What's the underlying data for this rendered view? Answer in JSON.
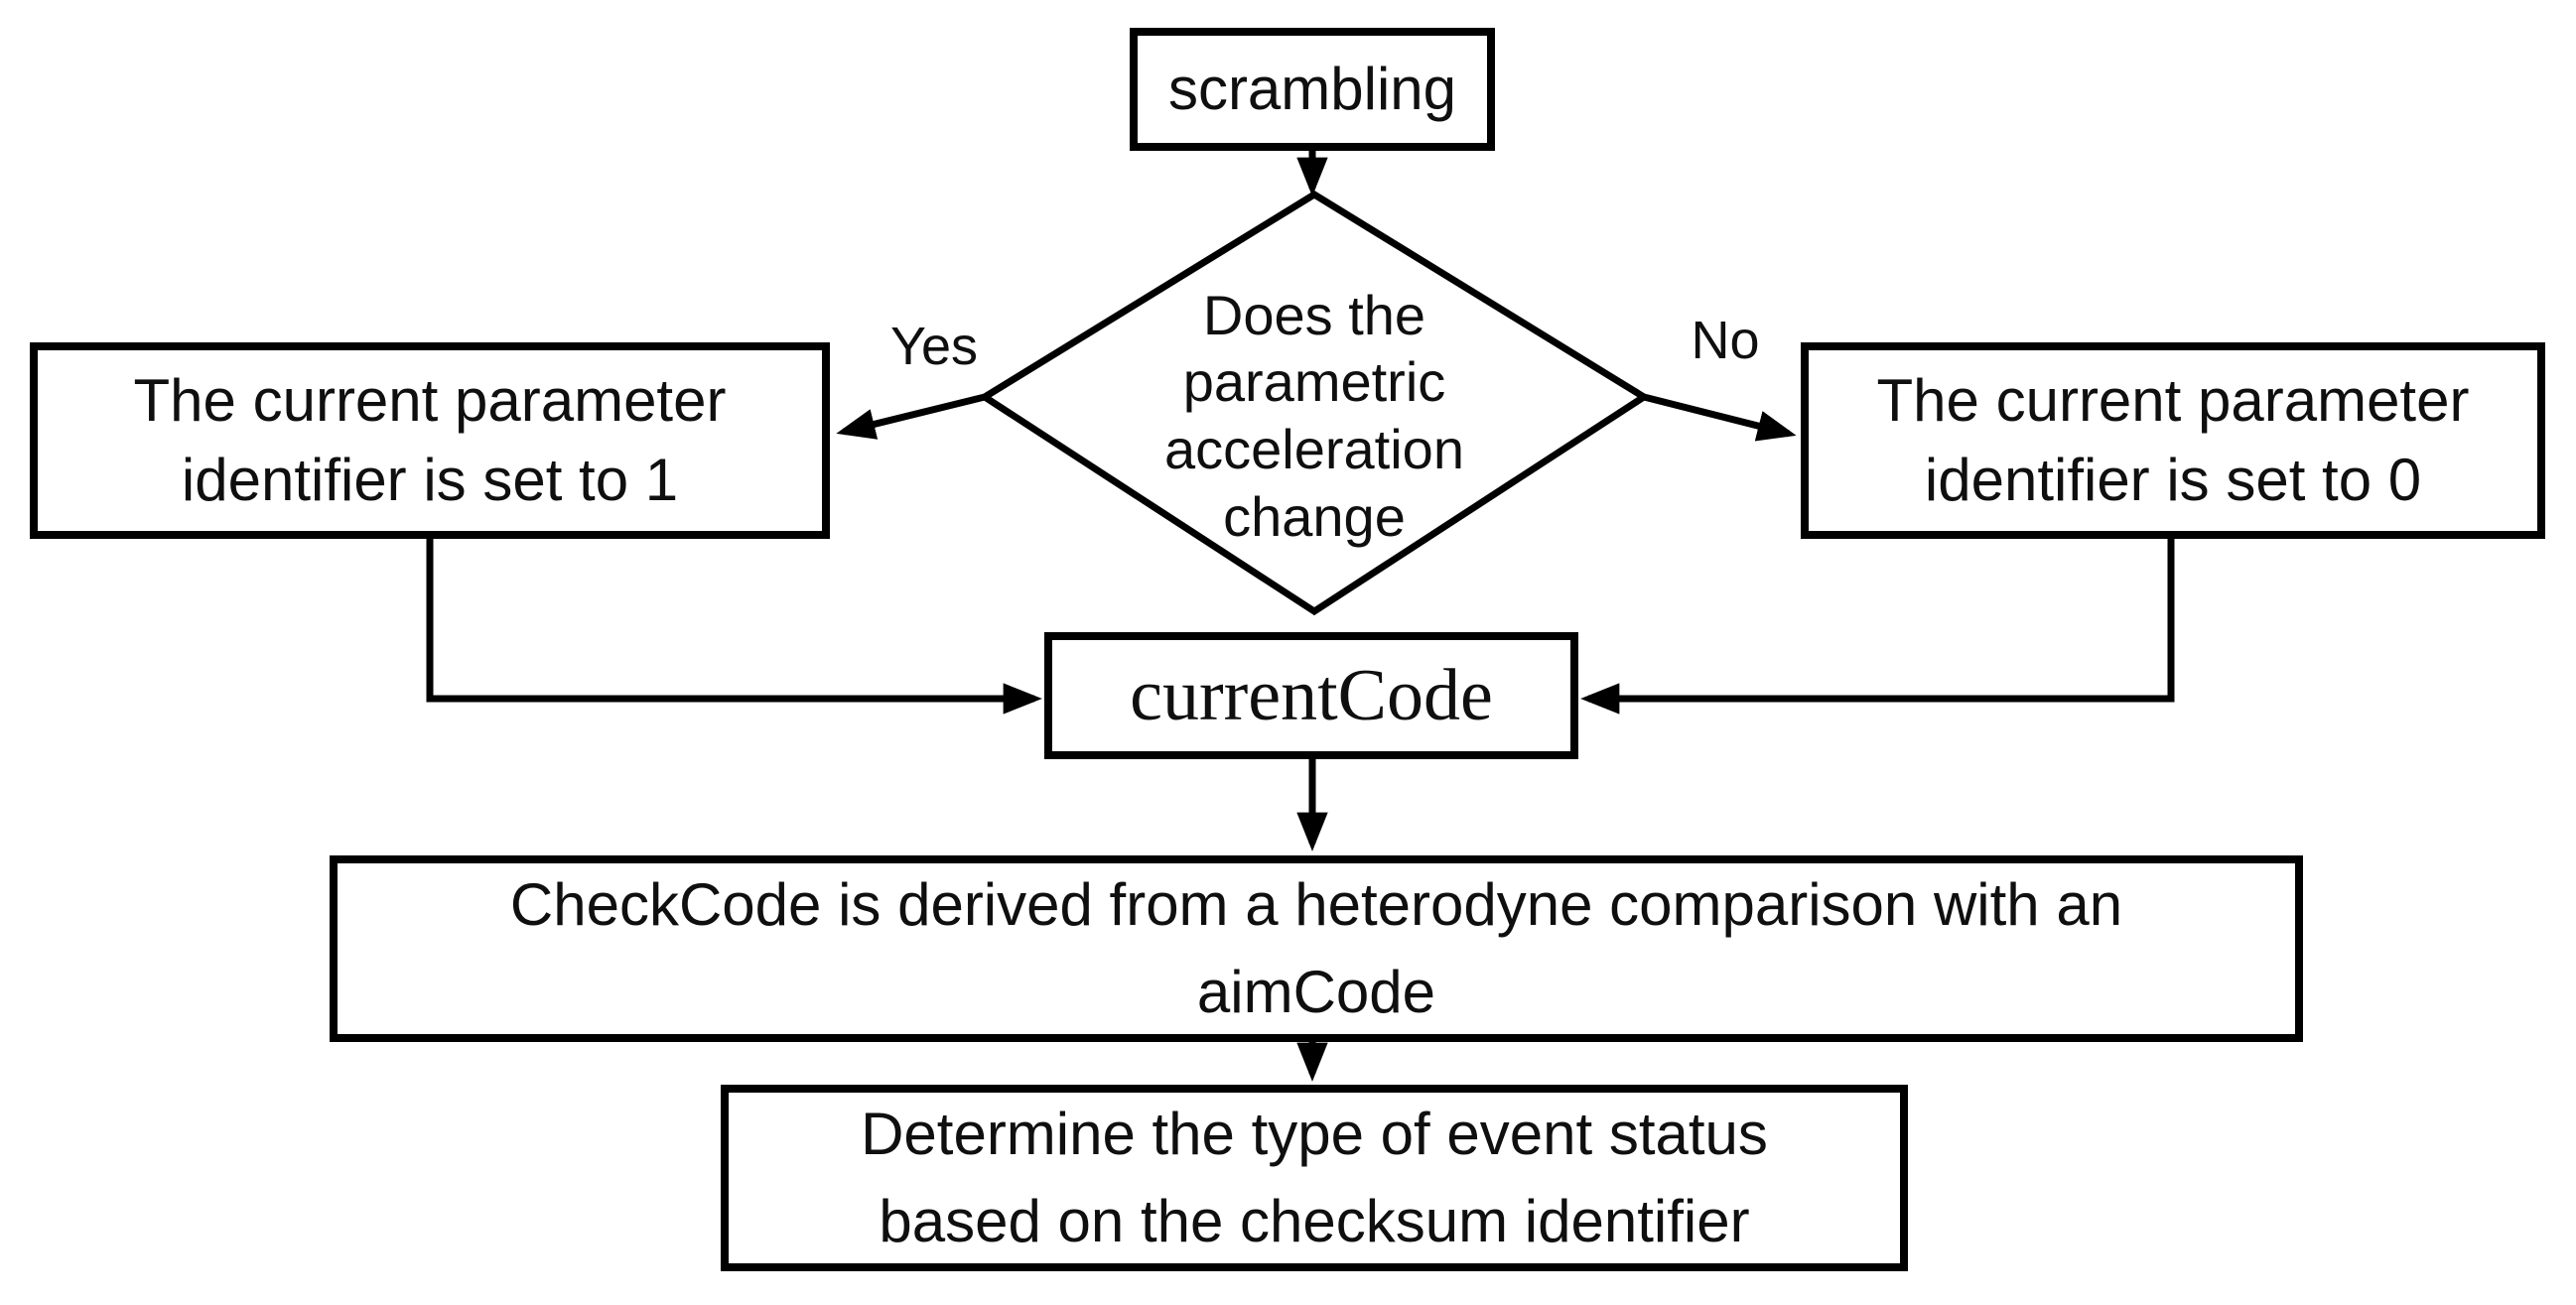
{
  "diagram": {
    "background_color": "#ffffff",
    "stroke_color": "#000000",
    "text_color": "#0f0f0f",
    "nodes": {
      "start": {
        "label": "scrambling"
      },
      "decision": {
        "lines": [
          "Does the",
          "parametric",
          "acceleration",
          "change"
        ]
      },
      "yes_branch": {
        "lines": [
          "The current parameter",
          "identifier is set to 1"
        ]
      },
      "no_branch": {
        "lines": [
          "The current parameter",
          "identifier is set to 0"
        ]
      },
      "current_code": {
        "label": "currentCode"
      },
      "check_code": {
        "lines": [
          "CheckCode is derived from a heterodyne comparison with an",
          "aimCode"
        ]
      },
      "determine": {
        "lines": [
          "Determine the type of event status",
          "based on the checksum identifier"
        ]
      }
    },
    "edge_labels": {
      "yes": "Yes",
      "no": "No"
    }
  }
}
